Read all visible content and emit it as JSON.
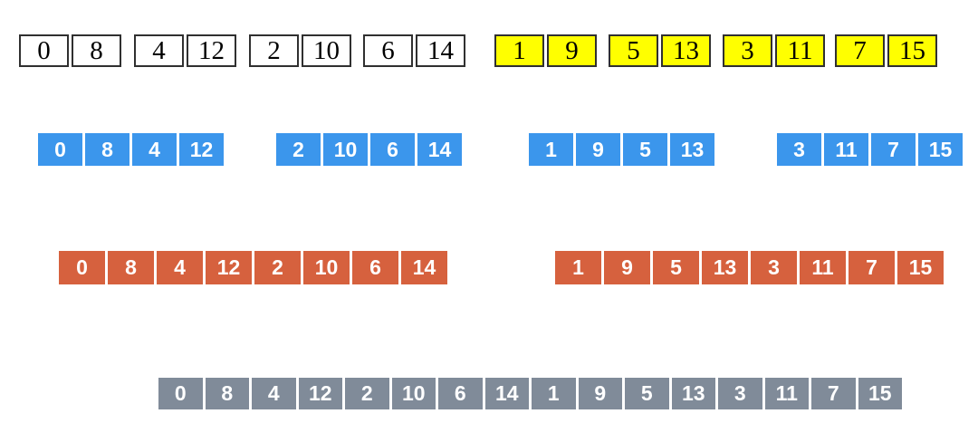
{
  "colors": {
    "background": "#ffffff",
    "plain_bg": "#ffffff",
    "highlight_bg": "#ffff00",
    "box_border": "#303030",
    "box_text": "#000000",
    "level1_bg": "#3b96ec",
    "level2_bg": "#d6613e",
    "level3_bg": "#808b99",
    "bar_text": "#ffffff"
  },
  "rows": [
    {
      "name": "element-pairs",
      "kind": "boxed",
      "groups": [
        {
          "variant": "plain",
          "values": [
            "0",
            "8"
          ]
        },
        {
          "variant": "plain",
          "values": [
            "4",
            "12"
          ]
        },
        {
          "variant": "plain",
          "values": [
            "2",
            "10"
          ]
        },
        {
          "variant": "plain",
          "values": [
            "6",
            "14"
          ]
        },
        {
          "variant": "highlight",
          "values": [
            "1",
            "9"
          ]
        },
        {
          "variant": "highlight",
          "values": [
            "5",
            "13"
          ]
        },
        {
          "variant": "highlight",
          "values": [
            "3",
            "11"
          ]
        },
        {
          "variant": "highlight",
          "values": [
            "7",
            "15"
          ]
        }
      ]
    },
    {
      "name": "groups-of-4",
      "kind": "bar",
      "color_key": "level1_bg",
      "groups": [
        {
          "values": [
            "0",
            "8",
            "4",
            "12"
          ]
        },
        {
          "values": [
            "2",
            "10",
            "6",
            "14"
          ]
        },
        {
          "values": [
            "1",
            "9",
            "5",
            "13"
          ]
        },
        {
          "values": [
            "3",
            "11",
            "7",
            "15"
          ]
        }
      ]
    },
    {
      "name": "groups-of-8",
      "kind": "bar",
      "color_key": "level2_bg",
      "groups": [
        {
          "values": [
            "0",
            "8",
            "4",
            "12",
            "2",
            "10",
            "6",
            "14"
          ]
        },
        {
          "values": [
            "1",
            "9",
            "5",
            "13",
            "3",
            "11",
            "7",
            "15"
          ]
        }
      ]
    },
    {
      "name": "group-of-16",
      "kind": "bar",
      "color_key": "level3_bg",
      "groups": [
        {
          "values": [
            "0",
            "8",
            "4",
            "12",
            "2",
            "10",
            "6",
            "14",
            "1",
            "9",
            "5",
            "13",
            "3",
            "11",
            "7",
            "15"
          ]
        }
      ]
    }
  ]
}
